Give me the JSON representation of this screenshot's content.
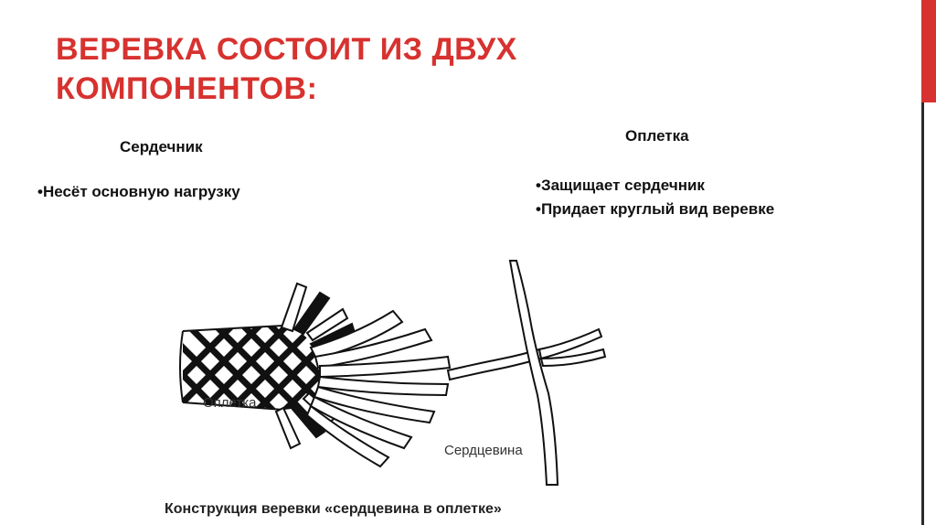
{
  "slide": {
    "title_line1": "ВЕРЕВКА СОСТОИТ ИЗ ДВУХ",
    "title_line2": "КОМПОНЕНТОВ:",
    "accent_color": "#d7322f"
  },
  "left_column": {
    "heading": "Сердечник",
    "bullets": [
      "•Несёт основную нагрузку"
    ]
  },
  "right_column": {
    "heading": "Оплетка",
    "bullets": [
      "•Защищает сердечник",
      "•Придает круглый вид веревке"
    ]
  },
  "illustration": {
    "label_braid": "Оплетка",
    "label_core": "Сердцевина",
    "caption": "Конструкция веревки «сердцевина в оплетке»"
  }
}
